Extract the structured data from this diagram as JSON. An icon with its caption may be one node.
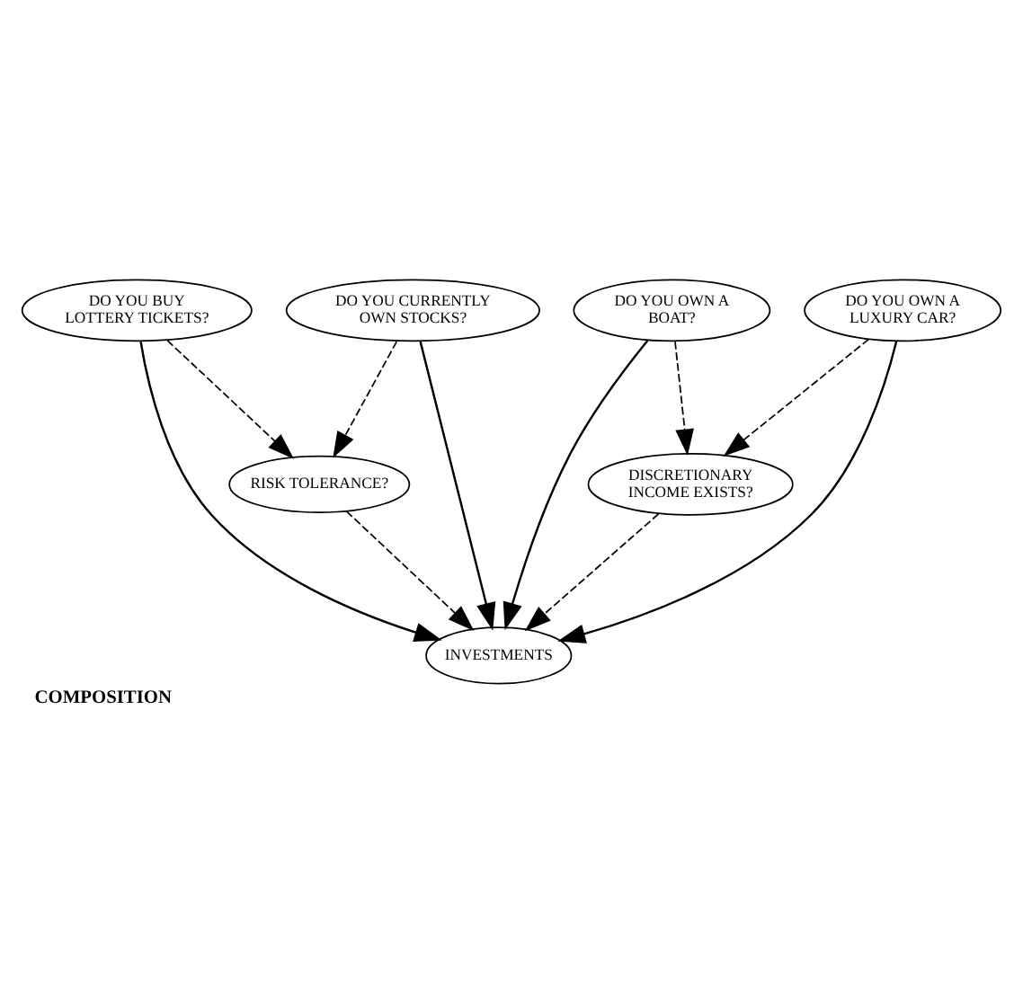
{
  "diagram": {
    "caption": "COMPOSITION",
    "nodes": [
      {
        "text": [
          "DO YOU BUY LOTTERY TICKETS?"
        ]
      },
      {
        "text": [
          "DO YOU CURRENTLY OWN STOCKS?"
        ]
      },
      {
        "text": [
          "DO YOU OWN A BOAT?"
        ]
      },
      {
        "text": [
          "DO YOU OWN A LUXURY CAR?"
        ]
      },
      {
        "text": [
          "RISK TOLERANCE?"
        ]
      },
      {
        "text": [
          "DISCRETIONARY INCOME EXISTS?"
        ]
      },
      {
        "text": [
          "INVESTMENTS"
        ]
      }
    ],
    "edges": [
      {
        "from": 0,
        "to": 4,
        "arrow": "to",
        "style": "dashed"
      },
      {
        "from": 1,
        "to": 4,
        "arrow": "to",
        "style": "dashed"
      },
      {
        "from": 2,
        "to": 5,
        "arrow": "to",
        "style": "dashed"
      },
      {
        "from": 3,
        "to": 5,
        "arrow": "to",
        "style": "dashed"
      },
      {
        "from": 0,
        "to": 6,
        "arrow": "to"
      },
      {
        "from": 1,
        "to": 6,
        "arrow": "to"
      },
      {
        "from": 2,
        "to": 6,
        "arrow": "to"
      },
      {
        "from": 3,
        "to": 6,
        "arrow": "to"
      },
      {
        "from": 4,
        "to": 6,
        "arrow": "to",
        "style": "dashed"
      },
      {
        "from": 5,
        "to": 6,
        "arrow": "to",
        "style": "dashed"
      }
    ]
  }
}
